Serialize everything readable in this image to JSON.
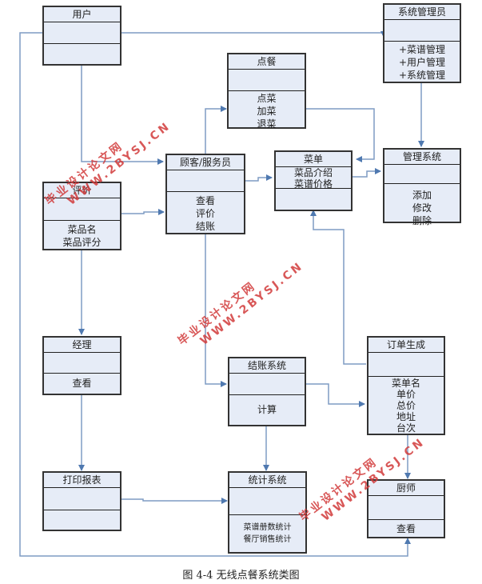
{
  "classes": {
    "user": {
      "name": "用户",
      "attrs": [],
      "ops": []
    },
    "sysadmin": {
      "name": "系统管理员",
      "attrs": [],
      "ops": [
        "+菜谱管理",
        "+用户管理",
        "+系统管理"
      ]
    },
    "order": {
      "name": "点餐",
      "attrs": [],
      "ops": [
        "点菜",
        "加菜",
        "退菜"
      ]
    },
    "customer": {
      "name": "顾客/服务员",
      "attrs": [],
      "ops": [
        "查看",
        "评价",
        "结账"
      ]
    },
    "menu": {
      "name": "菜单",
      "attrs": [
        "菜品介绍",
        "菜谱价格"
      ],
      "ops": []
    },
    "mgmt": {
      "name": "管理系统",
      "attrs": [],
      "ops": [
        "添加",
        "修改",
        "删除"
      ]
    },
    "review": {
      "name": "评价",
      "attrs": [],
      "ops": [
        "菜品名",
        "菜品评分"
      ]
    },
    "manager": {
      "name": "经理",
      "attrs": [],
      "ops": [
        "查看"
      ]
    },
    "checkout": {
      "name": "结账系统",
      "attrs": [],
      "ops": [
        "计算"
      ]
    },
    "ordergen": {
      "name": "订单生成",
      "attrs": [],
      "ops": [
        "菜单名",
        "单价",
        "总价",
        "地址",
        "台次"
      ]
    },
    "report": {
      "name": "打印报表",
      "attrs": [],
      "ops": []
    },
    "stats": {
      "name": "统计系统",
      "attrs": [],
      "ops": [
        "菜谱册数统计",
        "餐厅销售统计"
      ]
    },
    "chef": {
      "name": "厨师",
      "attrs": [],
      "ops": [
        "查看"
      ]
    }
  },
  "watermark": {
    "line1": "毕业设计论文网",
    "line2": "WWW.2BYSJ.CN"
  },
  "caption": "图 4-4 无线点餐系统类图"
}
